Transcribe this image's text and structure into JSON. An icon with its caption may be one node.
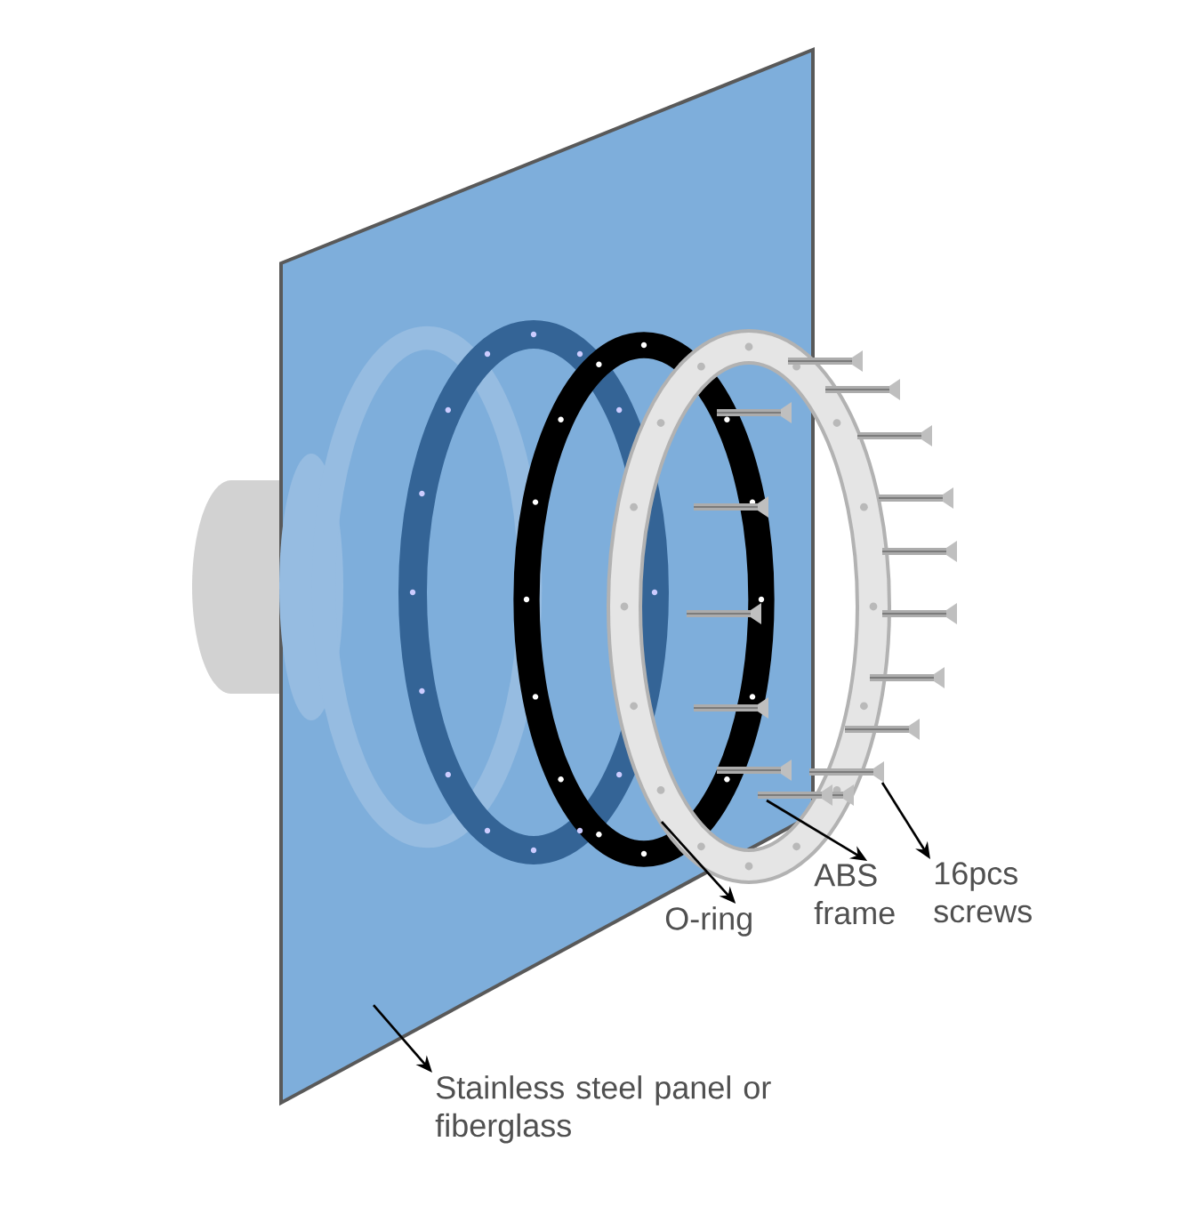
{
  "diagram": {
    "nodes": [
      {
        "text": [
          "O-ring"
        ]
      },
      {
        "text": [
          "ABS frame"
        ]
      },
      {
        "text": [
          "16pcs screws"
        ]
      },
      {
        "text": [
          "Stainless steel panel or fiberglass"
        ]
      }
    ],
    "edges": [
      {
        "from": null,
        "to": 0,
        "arrow": "to"
      },
      {
        "from": null,
        "to": 1,
        "arrow": "to"
      },
      {
        "from": null,
        "to": 2,
        "arrow": "to"
      },
      {
        "from": null,
        "to": 3,
        "arrow": "to"
      }
    ]
  }
}
